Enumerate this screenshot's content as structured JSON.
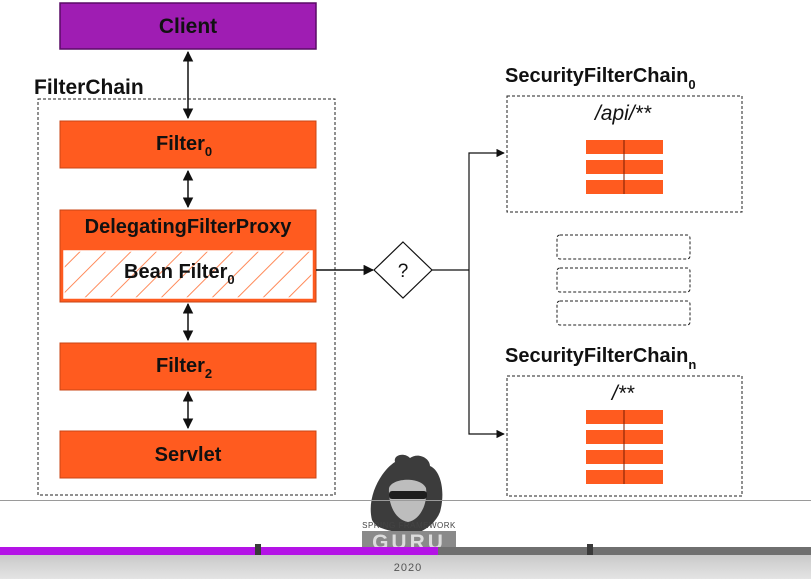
{
  "diagram": {
    "client": {
      "label": "Client",
      "fill": "#9f1db3",
      "stroke": "#5a0b66"
    },
    "filter_chain": {
      "label": "FilterChain",
      "filter0": {
        "label": "Filter",
        "sub": "0"
      },
      "delegating_proxy": {
        "label": "DelegatingFilterProxy"
      },
      "bean_filter": {
        "label": "Bean Filter",
        "sub": "0"
      },
      "filter2": {
        "label": "Filter",
        "sub": "2"
      },
      "servlet": {
        "label": "Servlet"
      }
    },
    "decision": {
      "label": "?"
    },
    "security_chain_0": {
      "label": "SecurityFilterChain",
      "sub": "0",
      "pattern": "/api/**",
      "filter_count": 3
    },
    "security_chain_n": {
      "label": "SecurityFilterChain",
      "sub": "n",
      "pattern": "/**",
      "filter_count": 4
    },
    "colors": {
      "orange": "#ff5b1f",
      "orange_stroke": "#c84414",
      "purple": "#9f1db3"
    }
  },
  "player": {
    "progress": 0.54,
    "chapter_marks": [
      0.318,
      0.728
    ],
    "logo": {
      "caption": "SPRING FRAMEWORK",
      "word": "GURU",
      "year": "2020"
    },
    "colors": {
      "fill": "#b413e6",
      "track": "#6f6f6f"
    }
  }
}
